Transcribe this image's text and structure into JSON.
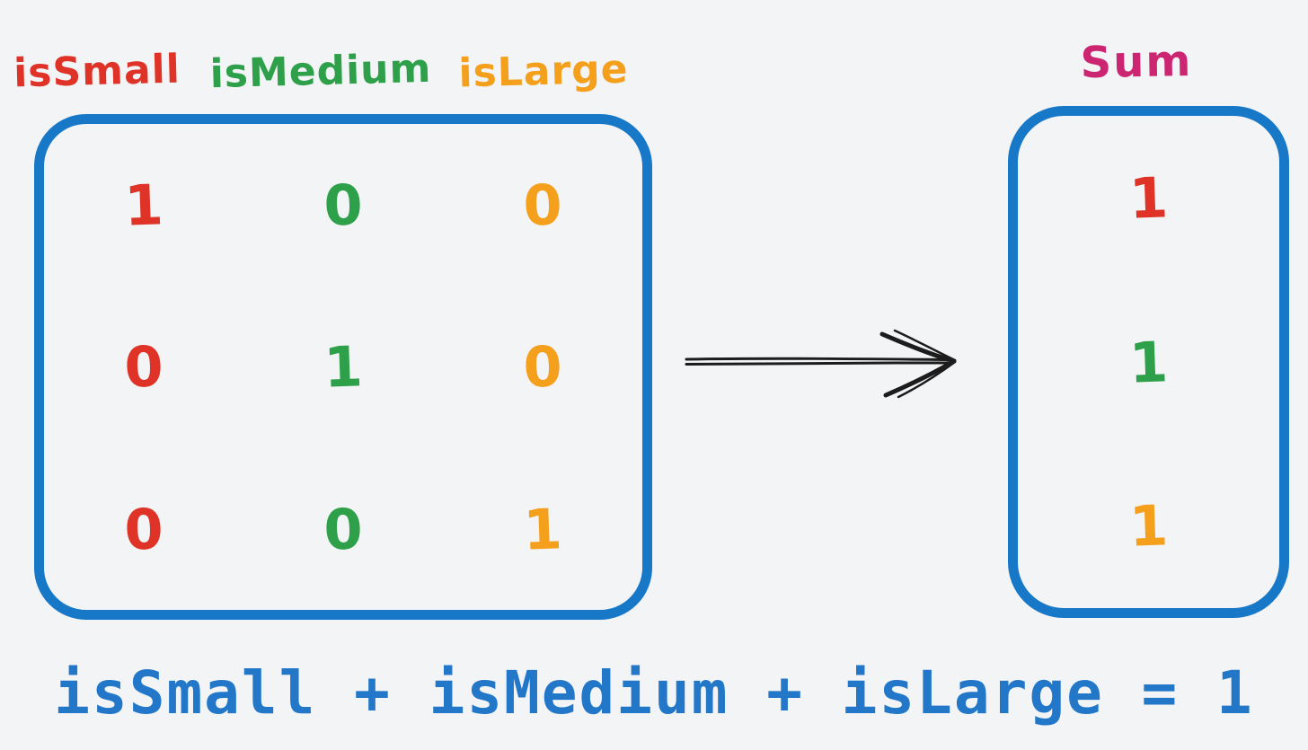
{
  "canvas": {
    "background": "#f2f4f6"
  },
  "palette": {
    "red": "#df3328",
    "green": "#2fa04a",
    "orange": "#f5a01c",
    "box_border_blue": "#1878c8",
    "magenta": "#cc2673",
    "equation_blue": "#2277c8",
    "arrow_black": "#1c1c1c"
  },
  "matrix_section": {
    "headers": [
      {
        "label": "isSmall",
        "color": "red"
      },
      {
        "label": "isMedium",
        "color": "green"
      },
      {
        "label": "isLarge",
        "color": "orange"
      }
    ],
    "rows": [
      {
        "cells": [
          {
            "value": "1",
            "color": "red"
          },
          {
            "value": "0",
            "color": "green"
          },
          {
            "value": "0",
            "color": "orange"
          }
        ]
      },
      {
        "cells": [
          {
            "value": "0",
            "color": "red"
          },
          {
            "value": "1",
            "color": "green"
          },
          {
            "value": "0",
            "color": "orange"
          }
        ]
      },
      {
        "cells": [
          {
            "value": "0",
            "color": "red"
          },
          {
            "value": "0",
            "color": "green"
          },
          {
            "value": "1",
            "color": "orange"
          }
        ]
      }
    ]
  },
  "arrow": {
    "direction": "right"
  },
  "sum_section": {
    "label": "Sum",
    "label_color": "magenta",
    "values": [
      {
        "value": "1",
        "color": "red"
      },
      {
        "value": "1",
        "color": "green"
      },
      {
        "value": "1",
        "color": "orange"
      }
    ]
  },
  "equation": {
    "text": "isSmall + isMedium + isLarge = 1"
  }
}
